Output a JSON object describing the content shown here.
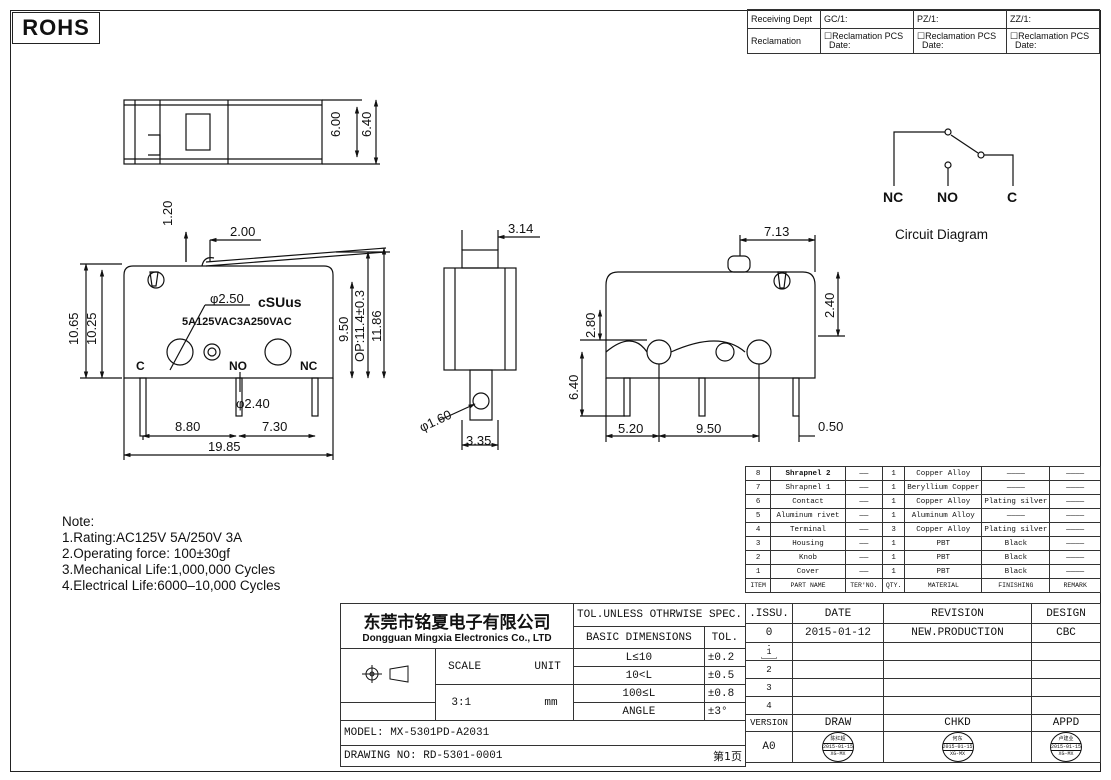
{
  "rohs": "ROHS",
  "receiving": {
    "dept_label": "Receiving Dept",
    "gc": "GC/1:",
    "pz": "PZ/1:",
    "zz": "ZZ/1:",
    "reclamation": "Reclamation",
    "cell_reclamation": "☐Reclamation  PCS",
    "cell_date": "Date:"
  },
  "dims": {
    "top_h1": "6.00",
    "top_h2": "6.40",
    "d120": "1.20",
    "d200": "2.00",
    "d1065": "10.65",
    "d1025": "10.25",
    "hole": "φ2.50",
    "ul": "cSUus",
    "rating": "5A125VAC3A250VAC",
    "c": "C",
    "no": "NO",
    "nc": "NC",
    "pin": "φ2.40",
    "d880": "8.80",
    "d730": "7.30",
    "d1985": "19.85",
    "d950v": "9.50",
    "op": "OP:11.4±0.3",
    "d1186": "11.86",
    "d314": "3.14",
    "d160": "φ1.60",
    "d335": "3.35",
    "d713": "7.13",
    "d280": "2.80",
    "d240": "2.40",
    "d640": "6.40",
    "d520": "5.20",
    "d950h": "9.50",
    "d050": "0.50"
  },
  "circuit": {
    "nc": "NC",
    "no": "NO",
    "c": "C",
    "title": "Circuit Diagram"
  },
  "notes": {
    "title": "Note:",
    "items": [
      "1.Rating:AC125V 5A/250V 3A",
      "2.Operating force: 100±30gf",
      "3.Mechanical Life:1,000,000 Cycles",
      "4.Electrical Life:6000–10,000 Cycles"
    ]
  },
  "bom": {
    "rows": [
      {
        "item": "8",
        "name": "Shrapnel 2",
        "ter": "——",
        "qty": "1",
        "material": "Copper Alloy",
        "finish": "————",
        "remark": "————"
      },
      {
        "item": "7",
        "name": "Shrapnel 1",
        "ter": "——",
        "qty": "1",
        "material": "Beryllium Copper",
        "finish": "————",
        "remark": "————"
      },
      {
        "item": "6",
        "name": "Contact",
        "ter": "——",
        "qty": "1",
        "material": "Copper Alloy",
        "finish": "Plating silver",
        "remark": "————"
      },
      {
        "item": "5",
        "name": "Aluminum rivet",
        "ter": "——",
        "qty": "1",
        "material": "Aluminum Alloy",
        "finish": "————",
        "remark": "————"
      },
      {
        "item": "4",
        "name": "Terminal",
        "ter": "——",
        "qty": "3",
        "material": "Copper Alloy",
        "finish": "Plating silver",
        "remark": "————"
      },
      {
        "item": "3",
        "name": "Housing",
        "ter": "——",
        "qty": "1",
        "material": "PBT",
        "finish": "Black",
        "remark": "————"
      },
      {
        "item": "2",
        "name": "Knob",
        "ter": "——",
        "qty": "1",
        "material": "PBT",
        "finish": "Black",
        "remark": "————"
      },
      {
        "item": "1",
        "name": "Cover",
        "ter": "——",
        "qty": "1",
        "material": "PBT",
        "finish": "Black",
        "remark": "————"
      }
    ],
    "headers": {
      "item": "ITEM",
      "name": "PART NAME",
      "ter": "TER'NO.",
      "qty": "QTY.",
      "material": "MATERIAL",
      "finish": "FINISHING",
      "remark": "REMARK"
    }
  },
  "title_block": {
    "company_cn": "东莞市铭夏电子有限公司",
    "company_en": "Dongguan Mingxia Electronics Co., LTD",
    "tol_spec": "TOL.UNLESS OTHRWISE SPEC.",
    "basic_dims": "BASIC DIMENSIONS",
    "tol": "TOL.",
    "tol_rows": [
      {
        "range": "L≤10",
        "tol": "±0.2"
      },
      {
        "range": "10<L",
        "tol": "±0.5"
      },
      {
        "range": "100≤L",
        "tol": "±0.8"
      },
      {
        "range": "ANGLE",
        "tol": "±3°"
      }
    ],
    "scale_label": "SCALE",
    "unit_label": "UNIT",
    "scale": "3:1",
    "unit": "mm",
    "issu": ".ISSU.",
    "date_h": "DATE",
    "revision_h": "REVISION",
    "design_h": "DESIGN",
    "issu_val": "0",
    "date_val": "2015-01-12",
    "revision_val": "NEW.PRODUCTION",
    "design_val": "CBC",
    "rev_marks": [
      "1",
      "2",
      "3",
      "4"
    ],
    "model": "MODEL:  MX-5301PD-A2031",
    "drawing_no": "DRAWING NO:  RD-5301-0001",
    "page": "第1页",
    "version_label": "VERSION",
    "version": "A0",
    "draw": "DRAW",
    "chkd": "CHKD",
    "appd": "APPD",
    "stamps": [
      {
        "name": "陈红超",
        "date": "2015-01-15",
        "dept": "XG-MX"
      },
      {
        "name": "何东",
        "date": "2015-01-15",
        "dept": "XG-MX"
      },
      {
        "name": "卢建业",
        "date": "2015-01-15",
        "dept": "XG-MX"
      }
    ]
  }
}
